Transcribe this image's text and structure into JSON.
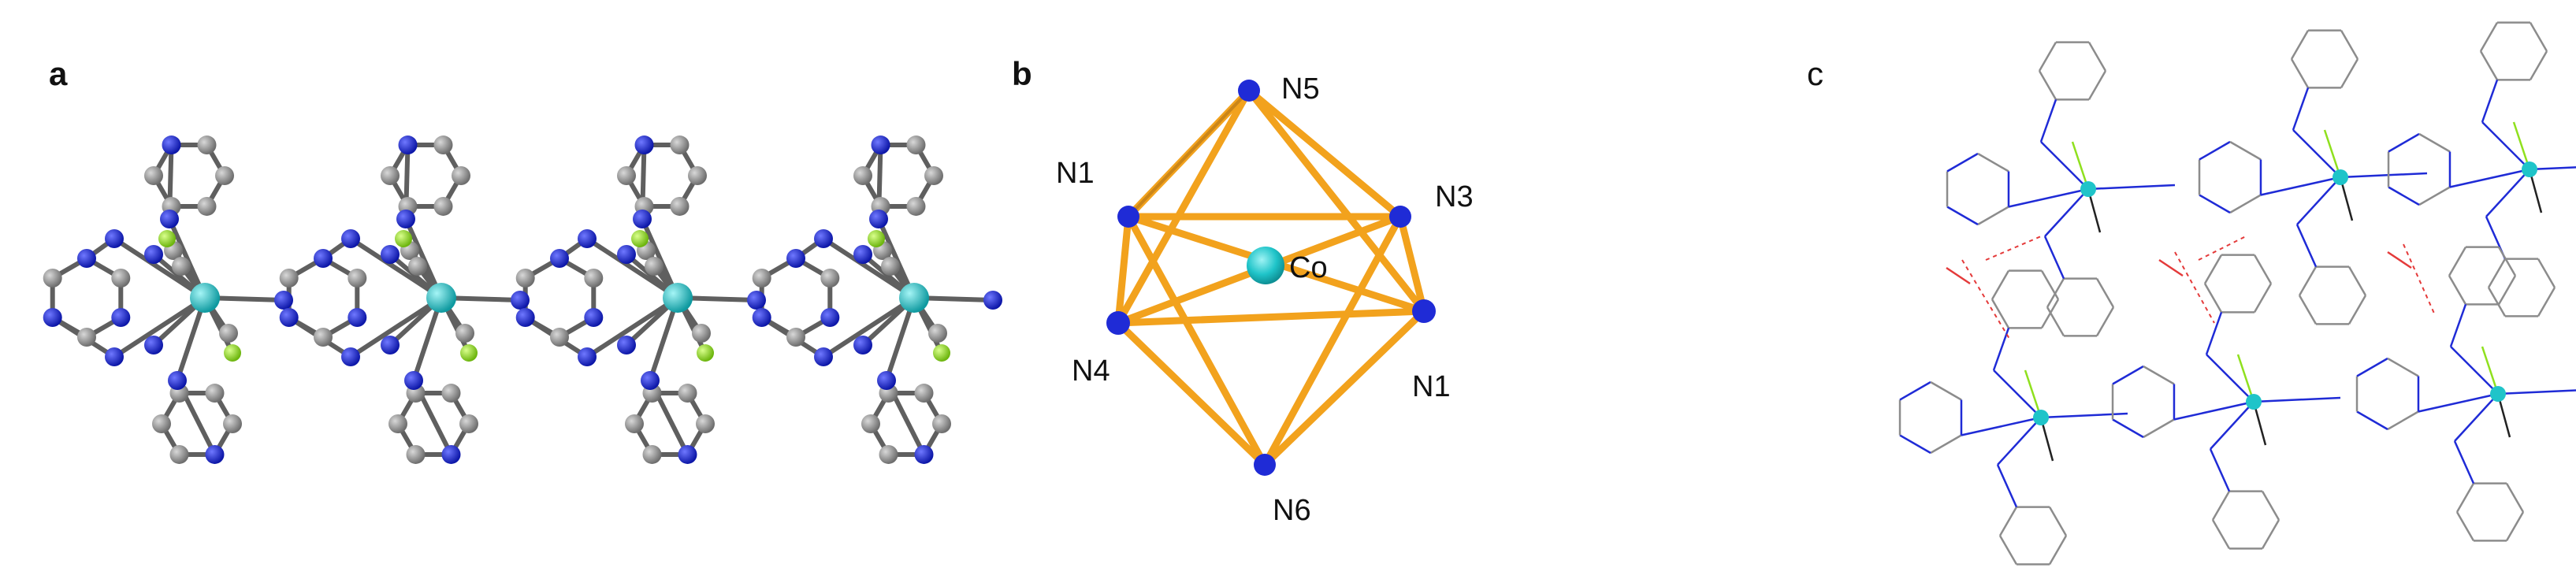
{
  "panels": {
    "a": {
      "label": "a"
    },
    "b": {
      "label": "b"
    },
    "c": {
      "label": "c"
    }
  },
  "octahedron": {
    "center_label": "Co",
    "vertex_labels": {
      "top": "N5",
      "upper_left": "N1",
      "upper_right": "N3",
      "lower_left": "N4",
      "lower_right": "N1",
      "bottom": "N6"
    }
  },
  "colors": {
    "carbon": "#8a8a8a",
    "nitrogen": "#1f2bd6",
    "cobalt": "#1fc4c9",
    "halogen": "#8fe01e",
    "bond_gold": "#f2a21d",
    "oxygen_hbond": "#e43a3a",
    "wire_carbon": "#8c8c8c"
  }
}
